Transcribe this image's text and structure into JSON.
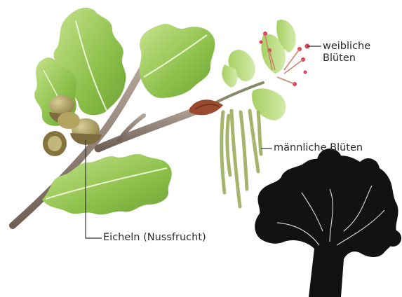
{
  "labels": {
    "female_flowers_line1": "weibliche",
    "female_flowers_line2": "Blüten",
    "male_flowers": "männliche Blüten",
    "acorns": "Eicheln (Nussfrucht)"
  },
  "colors": {
    "leaf": "#8cc04a",
    "leaf_light": "#c3e08a",
    "vein": "#e6f2c8",
    "branch": "#8c7a6e",
    "acorn": "#a89a5c",
    "cup": "#7d6c3e",
    "catkin": "#a4b46a",
    "bud": "#9a4a2e",
    "flower": "#e0405a",
    "silhouette": "#121212",
    "text": "#2a2a2a",
    "line": "#333333"
  },
  "icons": [
    "oak-branch-illustration",
    "oak-tree-silhouette-icon"
  ]
}
